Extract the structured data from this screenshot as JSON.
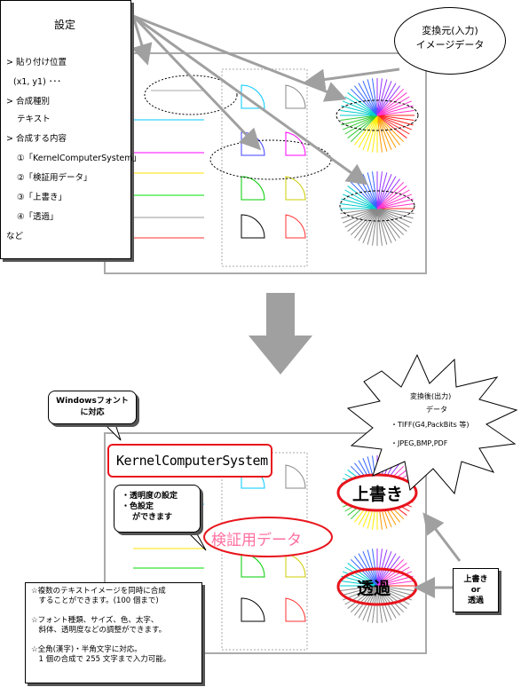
{
  "top_panel": {
    "settings_title": "設定",
    "items": [
      "> 貼り付け位置",
      "(x1, y1) ･･･",
      "> 合成種別",
      "テキスト",
      "> 合成する内容",
      "①「KernelComputerSystem」",
      "②「検証用データ」",
      "③「上書き」",
      "④「透過」",
      "など"
    ],
    "source_label_line1": "変換元(入力)",
    "source_label_line2": "イメージデータ"
  },
  "bottom_panel": {
    "windows_font_line1": "Windowsフォント",
    "windows_font_line2": "に対応",
    "kernel_text": "KernelComputerSystem",
    "transparency_note_line1": "・透明度の設定",
    "transparency_note_line2": "・色設定",
    "transparency_note_line3": "ができます",
    "verify_text": "検証用データ",
    "overwrite_text": "上書き",
    "transparent_text": "透過",
    "output_title": "変換後(出力)",
    "output_data": "データ",
    "output_format1": "・TIFF(G4,PackBits 等)",
    "output_format2": "・JPEG,BMP,PDF",
    "overwrite_or_line1": "上書き",
    "overwrite_or_line2": "or",
    "overwrite_or_line3": "透過",
    "features": [
      "☆複数のテキストイメージを同時に合成",
      "　することができます。(100 個まで)",
      "",
      "☆フォント種類、サイズ、色、太字、",
      "　斜体、透明度などの調整ができます。",
      "",
      "☆全角(漢字)・半角文字に対応。",
      "　1 個の合成で 255 文字まで入力可能。"
    ]
  },
  "colors": {
    "overwrite_red": "#e8141c",
    "verify_pink": "#ff6fa0",
    "arrow_gray": "#a0a0a0"
  }
}
